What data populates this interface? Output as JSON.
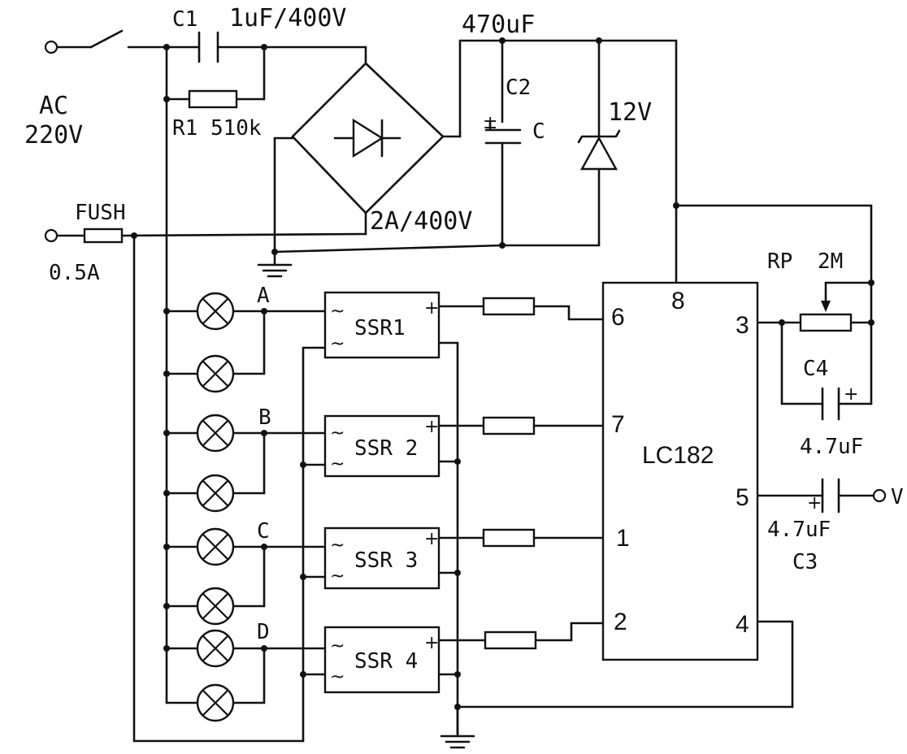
{
  "source": {
    "ac_label": "AC",
    "ac_voltage": "220V",
    "fuse_label": "FUSH",
    "fuse_rating": "0.5A"
  },
  "components": {
    "c1_name": "C1",
    "c1_value": "1uF/400V",
    "r1_label": "R1 510k",
    "c2_value": "470uF",
    "c2_name": "C2",
    "c2_letter": "C",
    "zener_value": "12V",
    "bridge_rating": "2A/400V",
    "rp_label": "RP",
    "rp_value": "2M",
    "c4_name": "C4",
    "c4_value": "4.7uF",
    "c3_value": "4.7uF",
    "c3_name": "C3",
    "output_label": "V"
  },
  "ssr": [
    "SSR1",
    "SSR 2",
    "SSR 3",
    "SSR 4"
  ],
  "ssr_plus": "+",
  "ssr_tilde": "~",
  "channels": [
    "A",
    "B",
    "C",
    "D"
  ],
  "ic": {
    "name": "LC182",
    "pins": [
      "8",
      "6",
      "7",
      "1",
      "2",
      "3",
      "5",
      "4"
    ]
  }
}
